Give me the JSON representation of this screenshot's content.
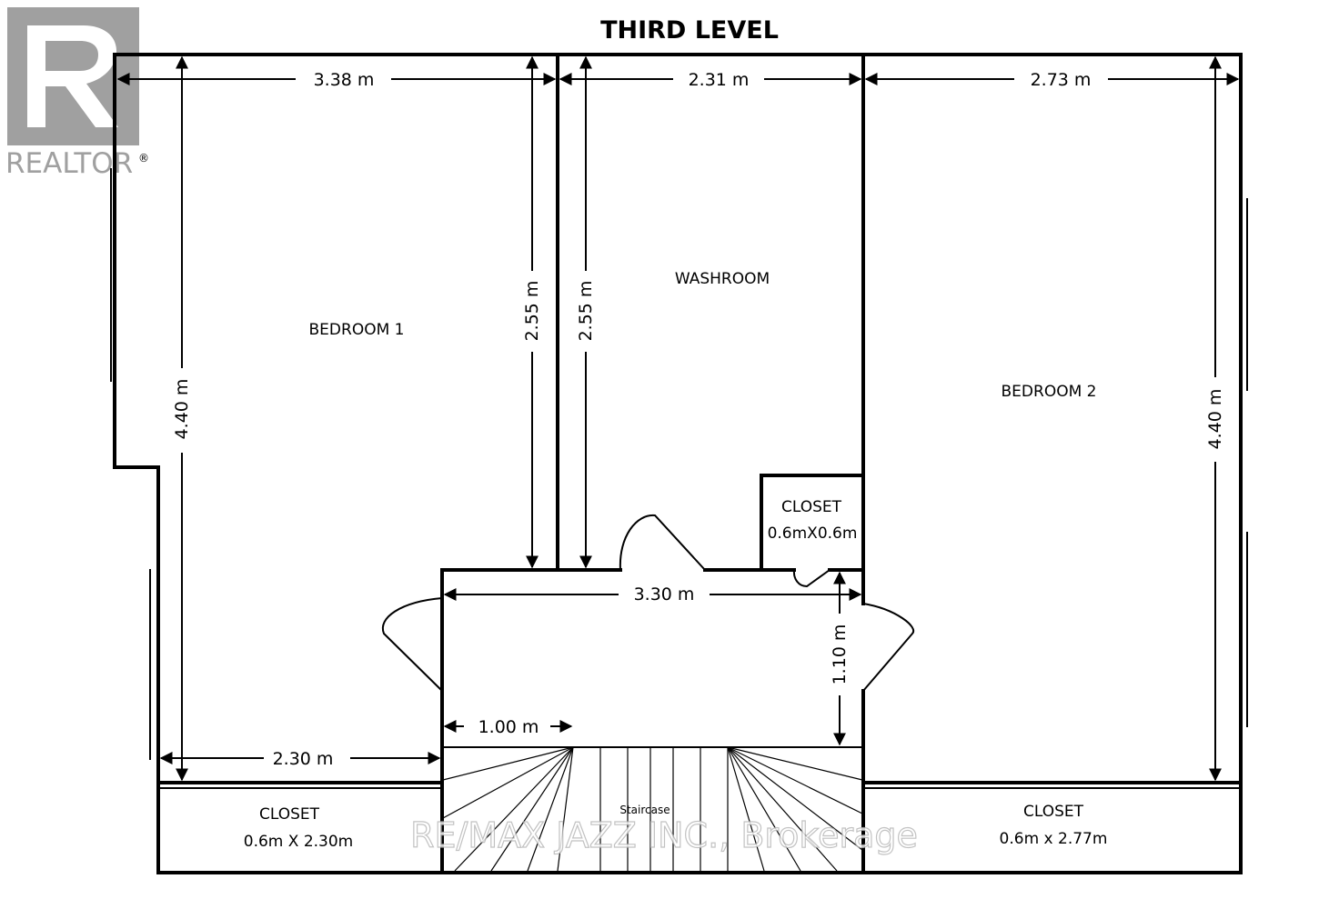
{
  "title": "THIRD LEVEL",
  "logo": {
    "name": "realtor-logo",
    "text": "REALTOR",
    "registered": "®",
    "color": "#a0a0a0"
  },
  "watermark": "RE/MAX JAZZ INC., Brokerage",
  "rooms": {
    "bedroom1": "BEDROOM 1",
    "washroom": "WASHROOM",
    "bedroom2": "BEDROOM 2",
    "closet_small": {
      "label": "CLOSET",
      "size": "0.6mX0.6m"
    },
    "closet_left": {
      "label": "CLOSET",
      "size": "0.6m X 2.30m"
    },
    "closet_right": {
      "label": "CLOSET",
      "size": "0.6m x 2.77m"
    },
    "staircase": "Staircase"
  },
  "dimensions": {
    "bedroom1_width": "3.38 m",
    "washroom_width": "2.31 m",
    "bedroom2_width": "2.73 m",
    "bedroom1_depth": "4.40 m",
    "bedroom1_wall_right": "2.55 m",
    "washroom_depth": "2.55 m",
    "bedroom2_depth": "4.40 m",
    "hall_width": "3.30 m",
    "hall_depth": "1.10 m",
    "stair_offset": "1.00 m",
    "bedroom1_bottom_width": "2.30 m"
  }
}
